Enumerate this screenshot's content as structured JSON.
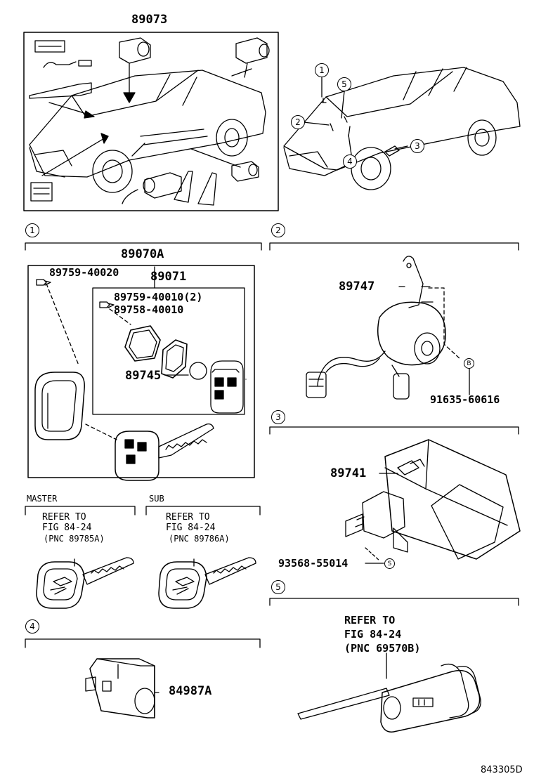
{
  "top": {
    "main_part": "89073",
    "callouts": [
      "1",
      "5",
      "2",
      "3",
      "4"
    ]
  },
  "section1": {
    "num": "1",
    "title": "89070A",
    "parts": {
      "p1": "89759-40020",
      "p2": "89071",
      "p3": "89759-40010(2)",
      "p4": "89758-40010",
      "p5": "89745"
    }
  },
  "master": {
    "label": "MASTER",
    "l1": "REFER TO",
    "l2": "FIG 84-24",
    "l3": "(PNC 89785A)"
  },
  "sub": {
    "label": "SUB",
    "l1": "REFER TO",
    "l2": "FIG 84-24",
    "l3": "(PNC 89786A)"
  },
  "section2": {
    "num": "2",
    "part": "89747",
    "bolt_code": "B",
    "bolt": "91635-60616"
  },
  "section3": {
    "num": "3",
    "part": "89741",
    "screw_code": "S",
    "screw": "93568-55014"
  },
  "section4": {
    "num": "4",
    "part": "84987A"
  },
  "section5": {
    "num": "5",
    "l1": "REFER TO",
    "l2": "FIG 84-24",
    "l3": "(PNC 69570B)"
  },
  "footer": {
    "code": "843305D"
  }
}
